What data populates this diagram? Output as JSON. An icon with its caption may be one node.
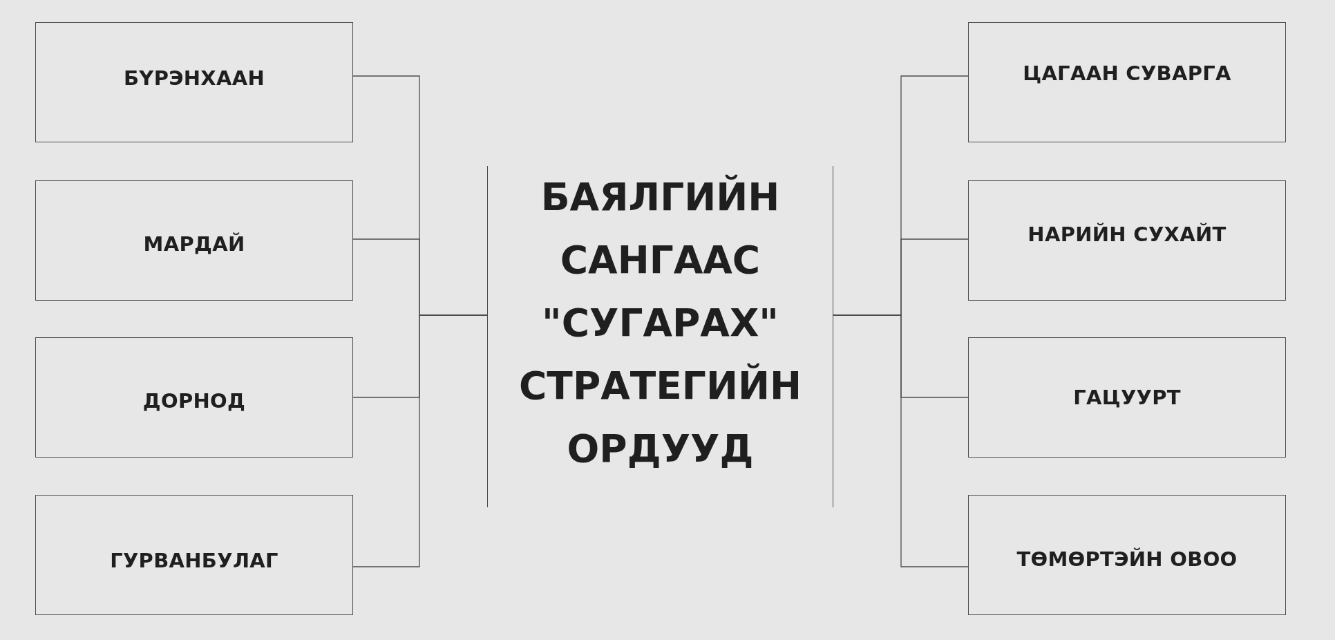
{
  "diagram": {
    "nodes": [
      {
        "text": [
          "БҮРЭНХААН"
        ]
      },
      {
        "text": [
          "МАРДАЙ"
        ]
      },
      {
        "text": [
          "ДОРНОД"
        ]
      },
      {
        "text": [
          "ГУРВАНБУЛАГ"
        ]
      },
      {
        "text": [
          "БАЯЛГИЙН САНГААС \"СУГАРАХ\" СТРАТЕГИЙН ОРДУУД"
        ]
      },
      {
        "text": [
          "ЦАГААН СУВАРГА"
        ]
      },
      {
        "text": [
          "НАРИЙН СУХАЙТ"
        ]
      },
      {
        "text": [
          "ГАЦУУРТ"
        ]
      },
      {
        "text": [
          "ТӨМӨРТЭЙН ОВОО"
        ]
      }
    ],
    "edges": [
      {
        "from": 4,
        "to": 0,
        "arrow": "none"
      },
      {
        "from": 4,
        "to": 1,
        "arrow": "none"
      },
      {
        "from": 4,
        "to": 2,
        "arrow": "none"
      },
      {
        "from": 4,
        "to": 3,
        "arrow": "none"
      },
      {
        "from": 4,
        "to": 5,
        "arrow": "none"
      },
      {
        "from": 4,
        "to": 6,
        "arrow": "none"
      },
      {
        "from": 4,
        "to": 7,
        "arrow": "none"
      },
      {
        "from": 4,
        "to": 8,
        "arrow": "none"
      }
    ]
  }
}
